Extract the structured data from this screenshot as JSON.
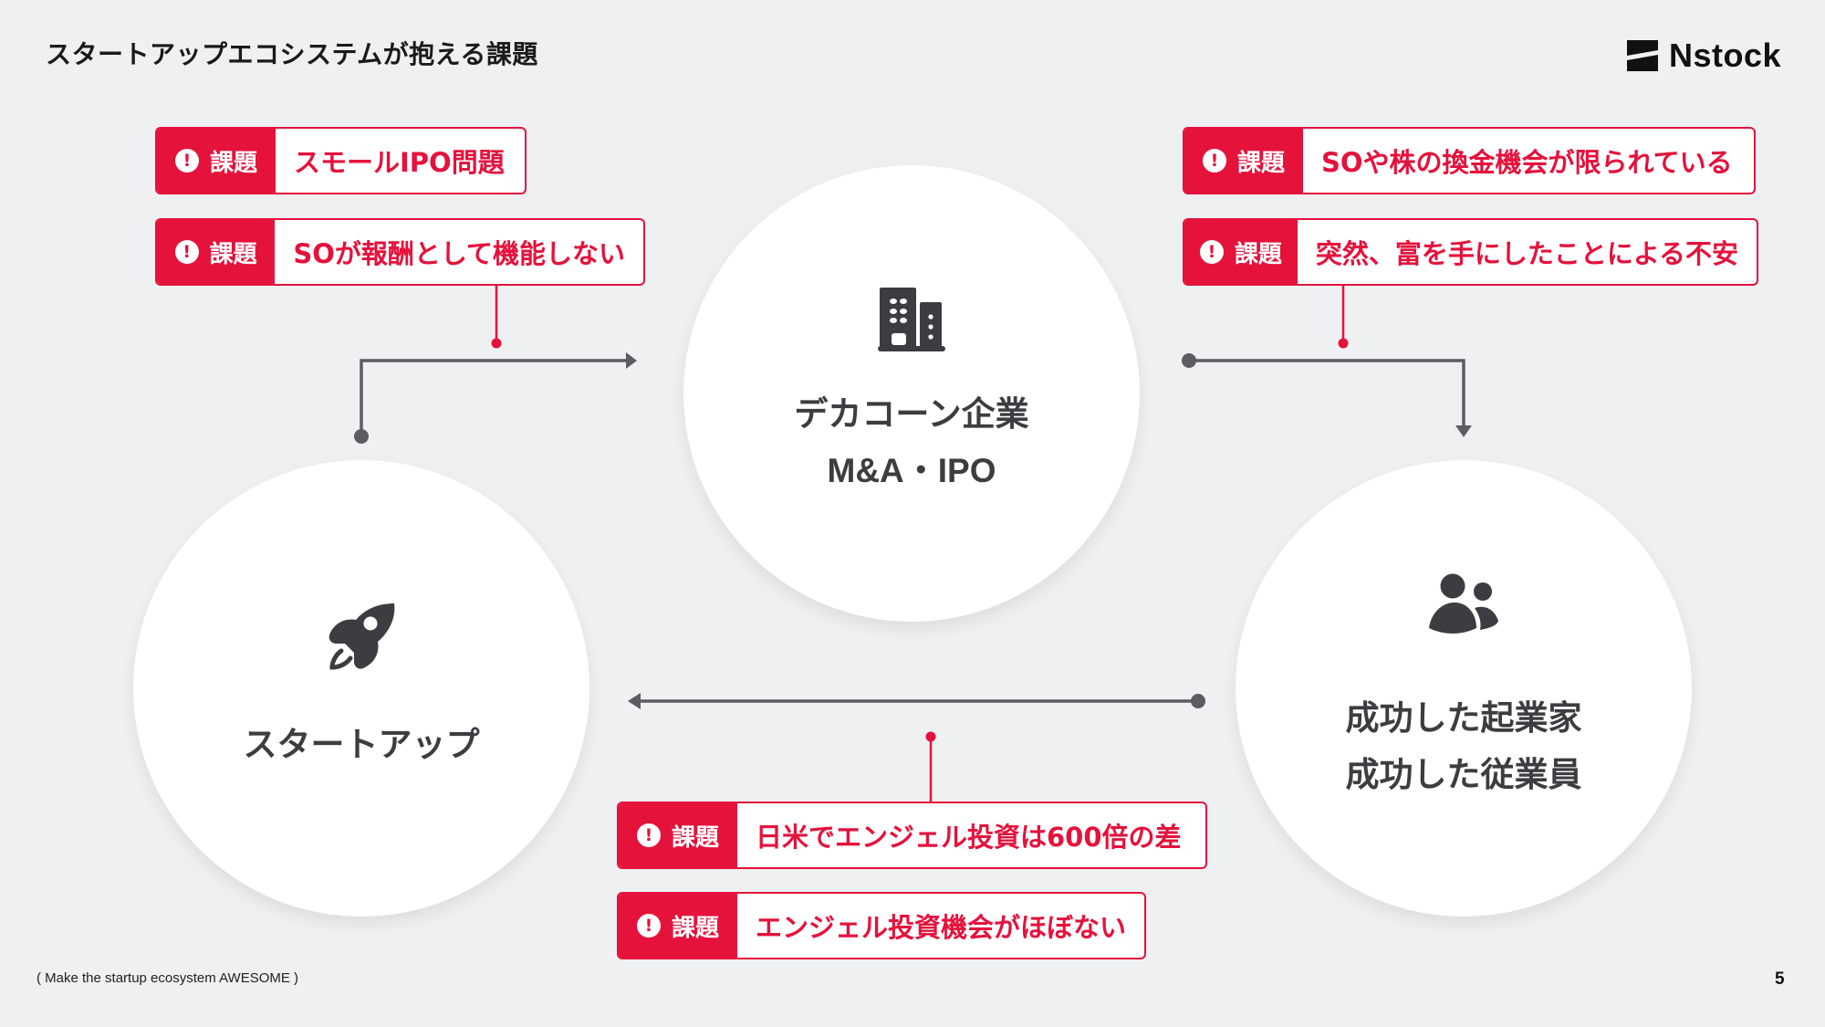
{
  "header": {
    "title": "スタートアップエコシステムが抱える課題",
    "logo_text": "Nstock"
  },
  "nodes": {
    "startup": {
      "icon": "rocket-icon",
      "label": "スタートアップ"
    },
    "decacorn": {
      "icon": "building-icon",
      "label_line1": "デカコーン企業",
      "label_line2": "M&A・IPO"
    },
    "successful": {
      "icon": "users-icon",
      "label_line1": "成功した起業家",
      "label_line2": "成功した従業員"
    }
  },
  "issue_tag": "課題",
  "issues": {
    "startup_to_decacorn": [
      "スモールIPO問題",
      "SOが報酬として機能しない"
    ],
    "decacorn_to_successful": [
      "SOや株の換金機会が限られている",
      "突然、富を手にしたことによる不安"
    ],
    "successful_to_startup": [
      "日米でエンジェル投資は600倍の差",
      "エンジェル投資機会がほぼない"
    ]
  },
  "colors": {
    "accent": "#e5123c",
    "connector": "#5b5d61",
    "text_dark": "#3c3d40",
    "background": "#eff0f2"
  },
  "footer": {
    "tagline": "( Make the startup ecosystem AWESOME )",
    "page_number": "5"
  }
}
